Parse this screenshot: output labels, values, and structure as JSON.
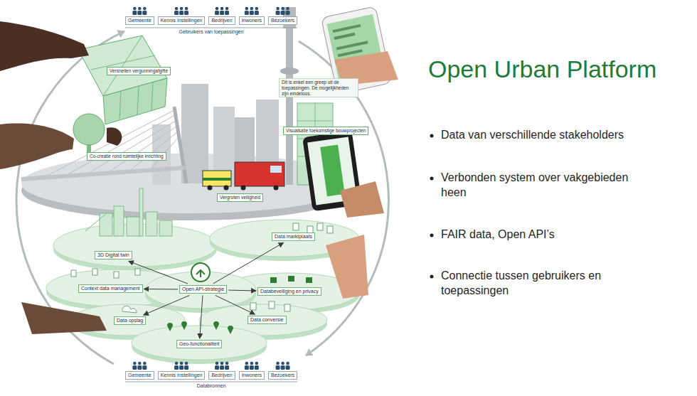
{
  "diagram": {
    "title": "Open Urban Platform",
    "nodes": [
      {
        "text": [
          "Gemeente"
        ]
      },
      {
        "text": [
          "Kennis Instellingen"
        ]
      },
      {
        "text": [
          "Bedrijven"
        ]
      },
      {
        "text": [
          "Inwoners"
        ]
      },
      {
        "text": [
          "Bezoekers"
        ]
      },
      {
        "text": [
          "Versnellen vergunningafgifte"
        ]
      },
      {
        "text": [
          "Dit is enkel een greep uit de toepassingen. De mogelijkheden zijn eindeloos."
        ]
      },
      {
        "text": [
          "Visualsatie toekomstige bouwprojecten"
        ]
      },
      {
        "text": [
          "Co-creatie rond ruimtelijke inrichting"
        ]
      },
      {
        "text": [
          "Vergroten veiligheid"
        ]
      },
      {
        "text": [
          "3D Digital twin"
        ]
      },
      {
        "text": [
          "Data marktplaats"
        ]
      },
      {
        "text": [
          "Context data management"
        ]
      },
      {
        "text": [
          "Open API-strategie"
        ]
      },
      {
        "text": [
          "Databeveiliging en privacy"
        ]
      },
      {
        "text": [
          "Data opslag"
        ]
      },
      {
        "text": [
          "Data conversie"
        ]
      },
      {
        "text": [
          "Geo-functionaliteit"
        ]
      },
      {
        "text": [
          "Gemeente"
        ]
      },
      {
        "text": [
          "Kennis Instellingen"
        ]
      },
      {
        "text": [
          "Bedrijven"
        ]
      },
      {
        "text": [
          "Inwoners"
        ]
      },
      {
        "text": [
          "Bezoekers"
        ]
      }
    ],
    "edges": [
      {
        "from": 13,
        "to": 10,
        "arrow": "to"
      },
      {
        "from": 13,
        "to": 11,
        "arrow": "to"
      },
      {
        "from": 13,
        "to": 12,
        "arrow": "to"
      },
      {
        "from": 13,
        "to": 14,
        "arrow": "to"
      },
      {
        "from": 13,
        "to": 15,
        "arrow": "to"
      },
      {
        "from": 13,
        "to": 16,
        "arrow": "to"
      },
      {
        "from": 13,
        "to": 17,
        "arrow": "to"
      }
    ],
    "labels": [
      "Gebruikers van toepassingen",
      "Databronnen",
      "Data van verschillende stakeholders",
      "Verbonden system over vakgebieden heen",
      "FAIR data, Open API’s",
      "Connectie tussen gebruikers en toepassingen"
    ]
  }
}
